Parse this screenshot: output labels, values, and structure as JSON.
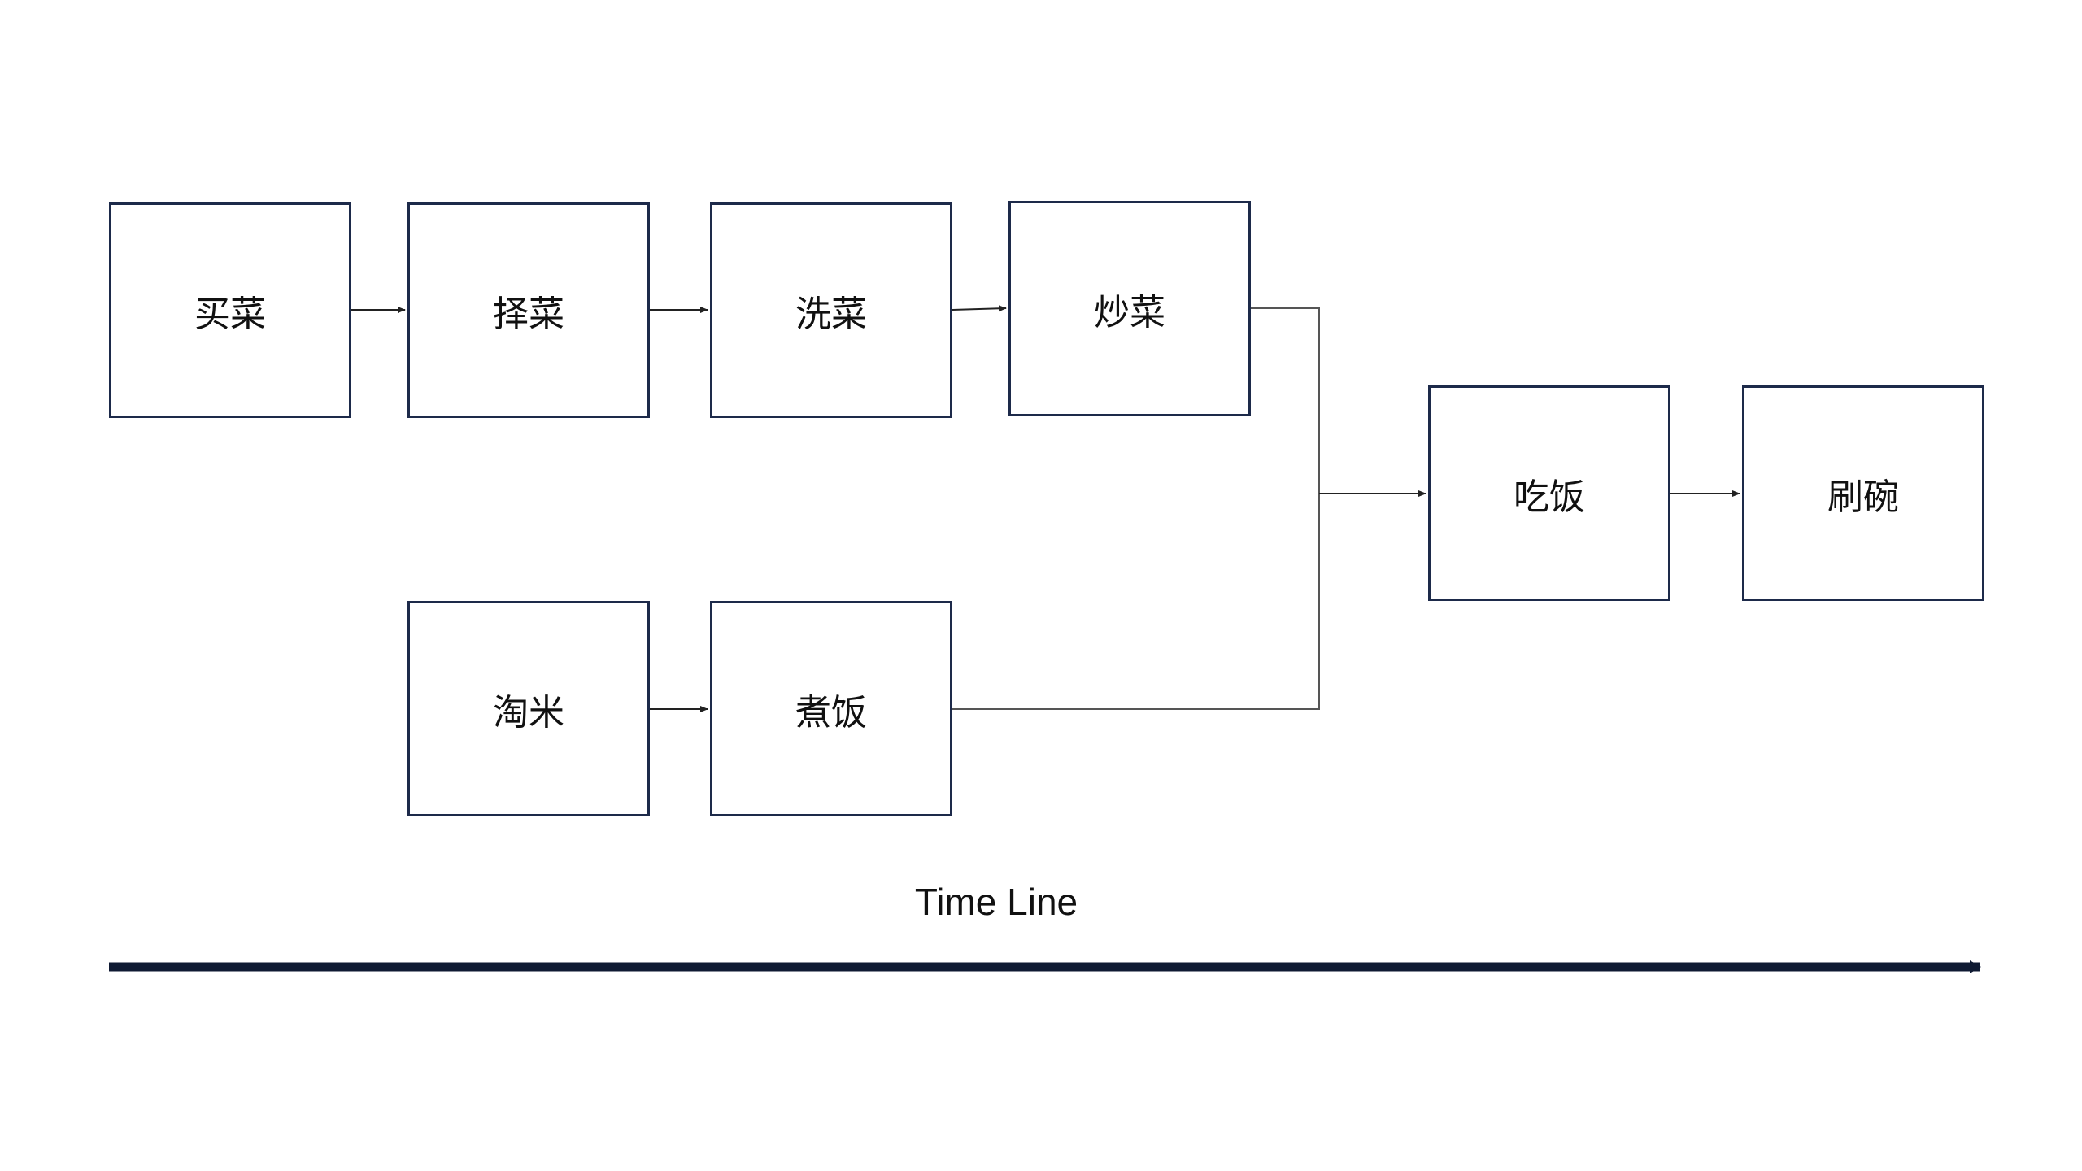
{
  "diagram": {
    "nodes": {
      "buy_vegetables": "买菜",
      "pick_vegetables": "择菜",
      "wash_vegetables": "洗菜",
      "stir_fry": "炒菜",
      "wash_rice": "淘米",
      "cook_rice": "煮饭",
      "eat": "吃饭",
      "wash_dishes": "刷碗"
    },
    "edges": [
      [
        "buy_vegetables",
        "pick_vegetables"
      ],
      [
        "pick_vegetables",
        "wash_vegetables"
      ],
      [
        "wash_vegetables",
        "stir_fry"
      ],
      [
        "stir_fry",
        "eat"
      ],
      [
        "wash_rice",
        "cook_rice"
      ],
      [
        "cook_rice",
        "eat"
      ],
      [
        "eat",
        "wash_dishes"
      ]
    ],
    "timeline_label": "Time Line"
  },
  "colors": {
    "box_border": "#1d2a4a",
    "connector": "#222222",
    "timeline_arrow": "#0f1a33"
  }
}
